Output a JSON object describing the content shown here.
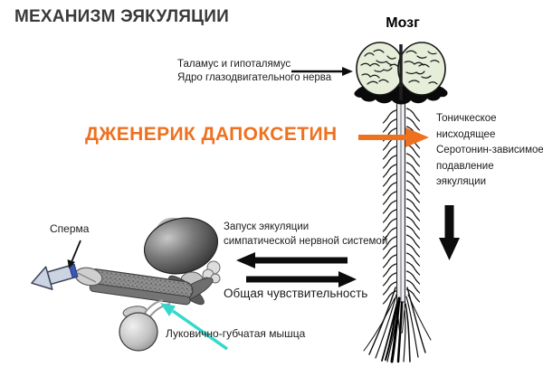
{
  "title": "МЕХАНИЗМ ЭЯКУЛЯЦИИ",
  "brain": {
    "label": "Мозг"
  },
  "annotations": {
    "thalamus": {
      "line1": "Таламус и гипоталямус",
      "line2": "Ядро глазодвигательного нерва"
    },
    "dapoxetine": {
      "label": "ДЖЕНЕРИК ДАПОКСЕТИН"
    },
    "tonic_inhibition": {
      "lines": [
        "Тоничкеское",
        "нисходящее",
        "Серотонин-зависимое",
        "подавление",
        "эякуляции"
      ]
    },
    "sperm": {
      "label": "Сперма"
    },
    "ejaculation_trigger": {
      "line1": "Запуск эякуляции",
      "line2": "симпатической нервной системой"
    },
    "sensitivity": {
      "label": "Общая чувствительность"
    },
    "muscle": {
      "label": "Луковично-губчатая мышца"
    }
  },
  "colors": {
    "accent_orange": "#ee7120",
    "cyan_arrow": "#35d8cc",
    "brain_fill": "#e6eeda",
    "title_gray": "#3a3a3a"
  }
}
